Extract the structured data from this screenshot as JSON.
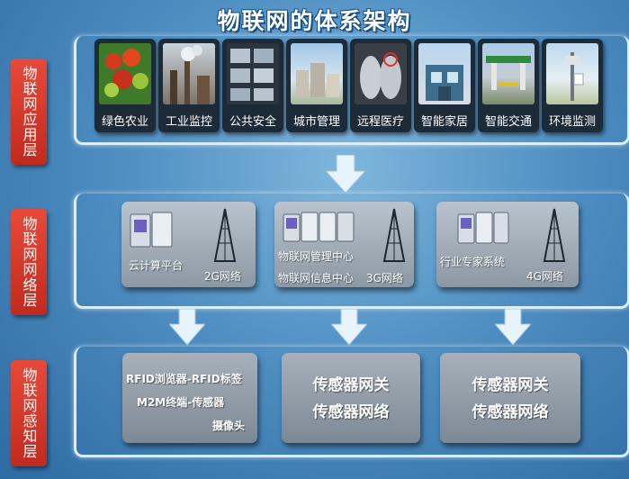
{
  "title": "物联网的体系架构",
  "layers": {
    "application": "物联网应用层",
    "network": "物联网网络层",
    "perception": "物联网感知层"
  },
  "applications": [
    "绿色农业",
    "工业监控",
    "公共安全",
    "城市管理",
    "远程医疗",
    "智能家居",
    "智能交通",
    "环境监测"
  ],
  "network_boxes": [
    {
      "lines": [
        "云计算平台"
      ],
      "net": "2G网络"
    },
    {
      "lines": [
        "物联网管理中心",
        "物联网信息中心"
      ],
      "net": "3G网络"
    },
    {
      "lines": [
        "行业专家系统"
      ],
      "net": "4G网络"
    }
  ],
  "perception_boxes": [
    {
      "lines": [
        "RFID浏览器-RFID标签",
        "M2M终端-传感器",
        "摄像头"
      ]
    },
    {
      "lines": [
        "传感器网关",
        "传感器网络"
      ]
    },
    {
      "lines": [
        "传感器网关",
        "传感器网络"
      ]
    }
  ],
  "colors": {
    "label_red": "#d2362a",
    "band": "#d8eefc",
    "box": "#a3aeb9"
  }
}
